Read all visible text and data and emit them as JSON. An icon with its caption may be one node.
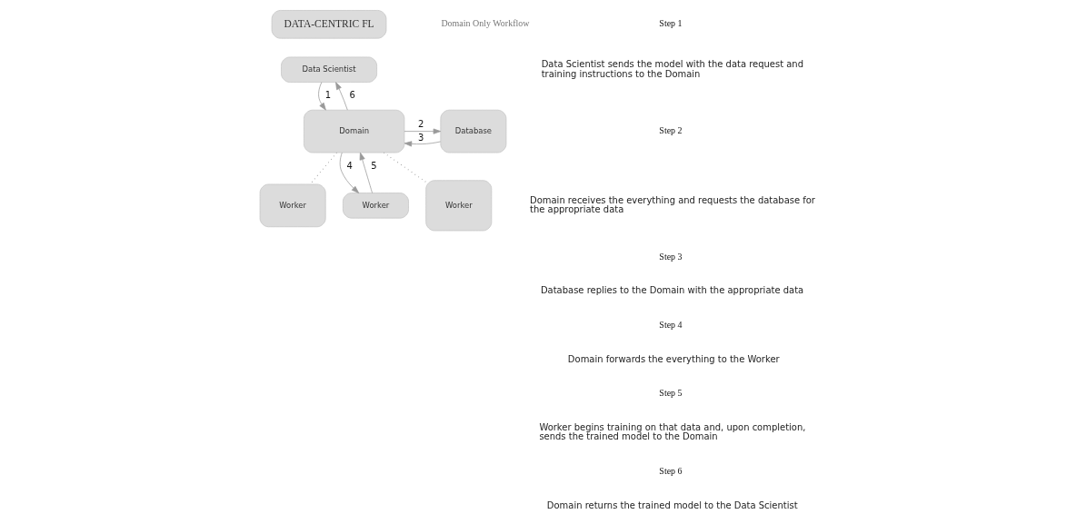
{
  "diagram": {
    "nodes": [
      {
        "text": [
          "DATA-CENTRIC FL"
        ]
      },
      {
        "text": [
          "Data Scientist"
        ]
      },
      {
        "text": [
          "Domain"
        ]
      },
      {
        "text": [
          "Database"
        ]
      },
      {
        "text": [
          "Worker"
        ]
      },
      {
        "text": [
          "Worker"
        ]
      },
      {
        "text": [
          "Worker"
        ]
      }
    ],
    "edges": [
      {
        "from": 1,
        "to": 2,
        "arrow": "to",
        "label": "1"
      },
      {
        "from": 2,
        "to": 1,
        "arrow": "to",
        "label": "6"
      },
      {
        "from": 2,
        "to": 3,
        "arrow": "to",
        "label": "2"
      },
      {
        "from": 3,
        "to": 2,
        "arrow": "to",
        "label": "3"
      },
      {
        "from": 2,
        "to": 4,
        "arrow": "none",
        "style": "dashed"
      },
      {
        "from": 2,
        "to": 5,
        "arrow": "to",
        "label": "4"
      },
      {
        "from": 5,
        "to": 2,
        "arrow": "to",
        "label": "5"
      },
      {
        "from": 2,
        "to": 6,
        "arrow": "none",
        "style": "dashed"
      }
    ],
    "labels": [
      "Domain Only Workflow",
      "Step 1",
      "Data Scientist sends the model with the data request and training instructions to the Domain",
      "Step 2",
      "Domain receives the everything and requests the database for the appropriate data",
      "Step 3",
      "Database replies to the Domain with the appropriate data",
      "Step 4",
      "Domain forwards the everything to the Worker",
      "Step 5",
      "Worker begins training on that data and, upon completion, sends the trained model to the Domain",
      "Step 6",
      "Domain returns the trained model to the Data Scientist"
    ]
  }
}
